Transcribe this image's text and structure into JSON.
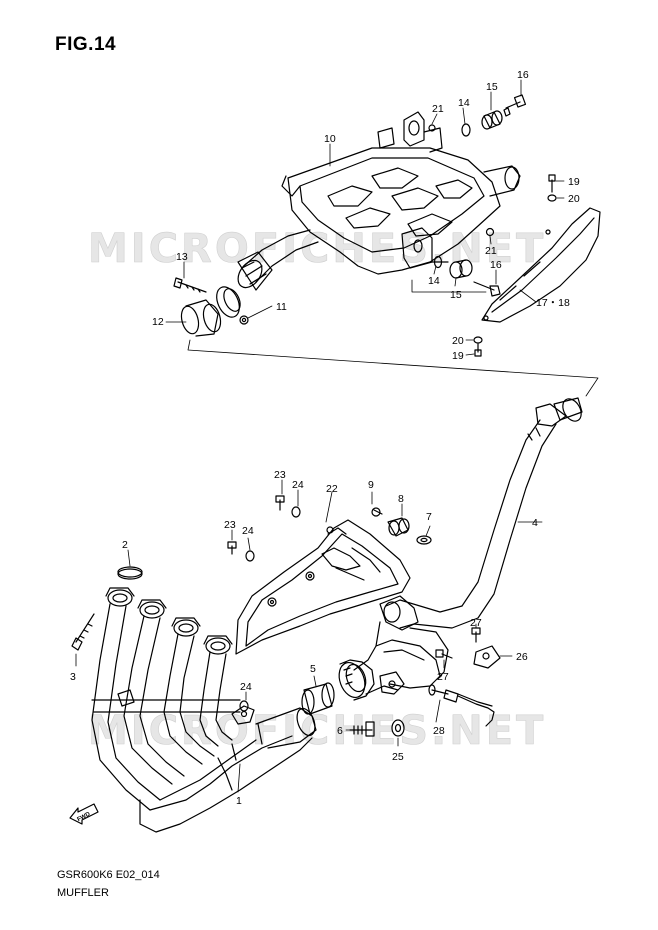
{
  "figure": {
    "title": "FIG.14",
    "code": "GSR600K6 E02_014",
    "name": "MUFFLER",
    "watermark": "MICROFICHES.NET",
    "direction_marker": "FWD"
  },
  "callouts": {
    "c16a": "16",
    "c15a": "15",
    "c14a": "14",
    "c21a": "21",
    "c10": "10",
    "c19a": "19",
    "c20a": "20",
    "c21b": "21",
    "c13": "13",
    "c14b": "14",
    "c15b": "15",
    "c16b": "16",
    "c1718": "17・18",
    "c11": "11",
    "c12": "12",
    "c20b": "20",
    "c19b": "19",
    "c4": "4",
    "c9": "9",
    "c8": "8",
    "c7": "7",
    "c22": "22",
    "c23a": "23",
    "c24a": "24",
    "c23b": "23",
    "c24b": "24",
    "c2": "2",
    "c3": "3",
    "c27a": "27",
    "c26": "26",
    "c27b": "27",
    "c5": "5",
    "c24c": "24",
    "c6": "6",
    "c28": "28",
    "c25": "25",
    "c1": "1"
  }
}
